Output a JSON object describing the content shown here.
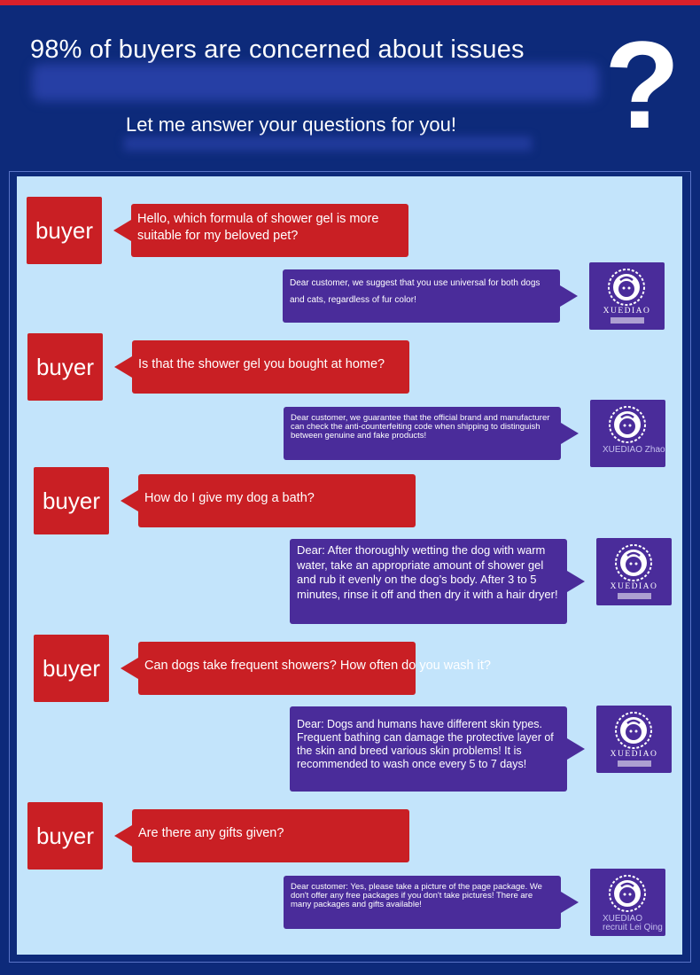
{
  "header": {
    "title": "98% of buyers are concerned about issues",
    "subtitle": "Let me answer your questions for you!",
    "mark": "?"
  },
  "colors": {
    "background": "#0d2a7a",
    "accent_bar": "#d8202a",
    "panel": "#c3e4fb",
    "buyer": "#c91f24",
    "seller": "#4a2c9a"
  },
  "conversation": {
    "buyer_label": "buyer",
    "seller_brand": "XUEDIAO",
    "seller_icon": "dog-logo-icon",
    "buyer_icon": "buyer-label",
    "q1": "Hello, which formula of shower gel is more suitable for my beloved pet?",
    "a1": "Dear customer, we suggest that you use universal for both dogs and cats, regardless of fur color!",
    "q2": "Is that the shower gel you bought at home?",
    "a2": "Dear customer, we guarantee that the official brand and manufacturer can check the anti-counterfeiting code when shipping to distinguish between genuine and fake products!",
    "a2_name": "XUEDIAO Zhao",
    "q3": "How do I give my dog a bath?",
    "a3": "Dear: After thoroughly wetting the dog with warm water, take an appropriate amount of shower gel and rub it evenly on the dog’s body. After 3 to 5 minutes, rinse it off and then dry it with a hair dryer!",
    "q4": "Can dogs take frequent showers? How often do you wash it?",
    "a4": "Dear: Dogs and humans have different skin types. Frequent bathing can damage the protective layer of the skin and breed various skin problems! It is recommended to wash once every 5 to 7 days!",
    "q5": "Are there any gifts given?",
    "a5": "Dear customer: Yes, please take a picture of the page package. We don't offer any free packages if you don't take pictures! There are many packages and gifts available!",
    "a5_name": "XUEDIAO recruit Lei Qing"
  }
}
